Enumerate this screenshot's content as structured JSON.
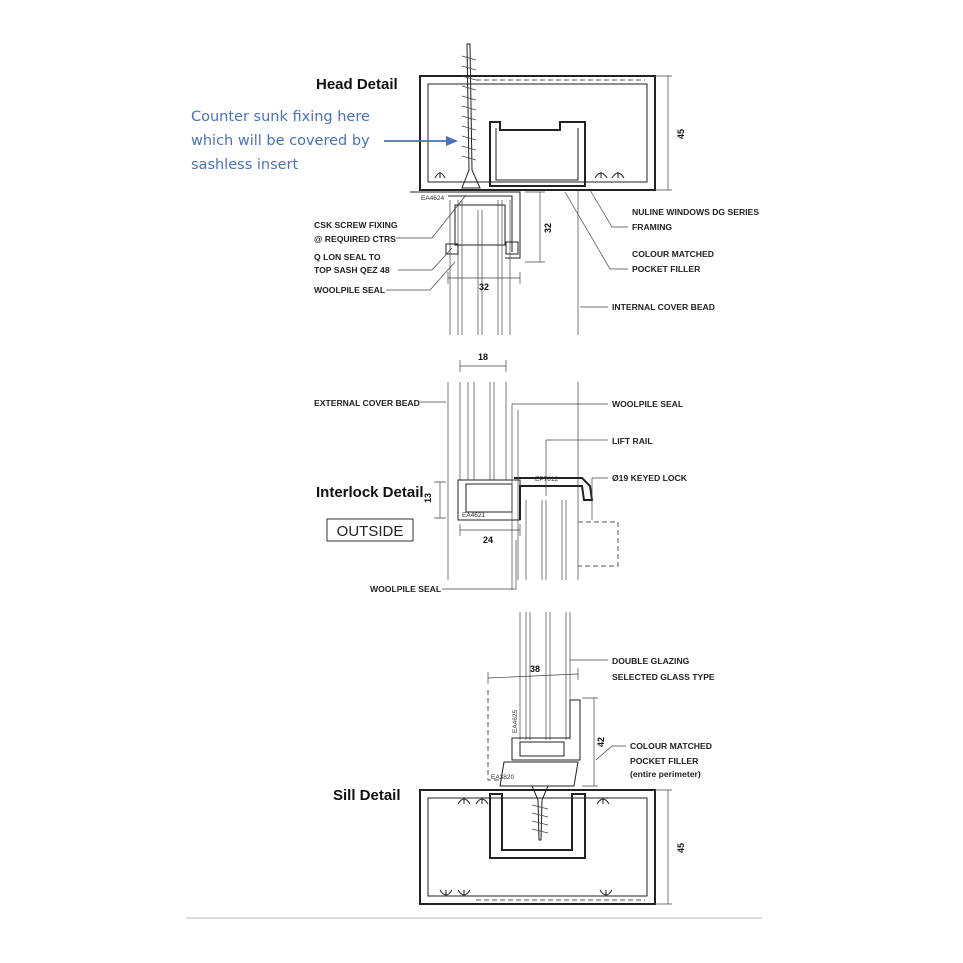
{
  "titles": {
    "head": "Head Detail",
    "interlock": "Interlock Detail",
    "sill": "Sill Detail"
  },
  "note": {
    "line1": "Counter sunk fixing here",
    "line2": "which will be covered by",
    "line3": "sashless insert",
    "color": "#4a72b8"
  },
  "outside_label": "OUTSIDE",
  "head_labels": {
    "csk1": "CSK SCREW FIXING",
    "csk2": "@ REQUIRED CTRS",
    "qlon1": "Q LON SEAL TO",
    "qlon2": "TOP SASH QEZ 48",
    "woolpile": "WOOLPILE SEAL",
    "nuline1": "NULINE WINDOWS DG SERIES",
    "nuline2": "FRAMING",
    "pocket1": "COLOUR MATCHED",
    "pocket2": "POCKET FILLER",
    "internal": "INTERNAL COVER BEAD"
  },
  "interlock_labels": {
    "external": "EXTERNAL COVER BEAD",
    "woolpile_top": "WOOLPILE SEAL",
    "lift_rail": "LIFT RAIL",
    "keyed_lock": "Ø19 KEYED LOCK",
    "woolpile_bottom": "WOOLPILE SEAL"
  },
  "sill_labels": {
    "dg1": "DOUBLE GLAZING",
    "dg2": "SELECTED GLASS TYPE",
    "pocket1": "COLOUR MATCHED",
    "pocket2": "POCKET FILLER",
    "pocket3": "(entire perimeter)"
  },
  "dimensions": {
    "head_height": "45",
    "head_32v": "32",
    "head_32h": "32",
    "interlock_18": "18",
    "interlock_13": "13",
    "interlock_24": "24",
    "sill_38": "38",
    "sill_42": "42",
    "sill_height": "45"
  },
  "part_codes": {
    "head": "EA4624",
    "interlock_ep": "EP7812",
    "interlock_ea": "EA4621",
    "sill_ea": "EA4625",
    "sill_base": "EA3820"
  }
}
